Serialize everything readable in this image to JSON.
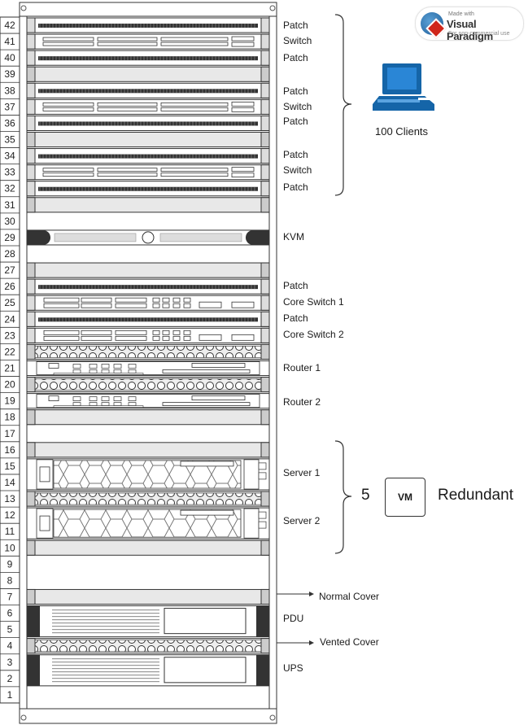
{
  "rack": {
    "units": [
      "42",
      "41",
      "40",
      "39",
      "38",
      "37",
      "36",
      "35",
      "34",
      "33",
      "32",
      "31",
      "30",
      "29",
      "28",
      "27",
      "26",
      "25",
      "24",
      "23",
      "22",
      "21",
      "20",
      "19",
      "18",
      "17",
      "16",
      "15",
      "14",
      "13",
      "12",
      "11",
      "10",
      "9",
      "8",
      "7",
      "6",
      "5",
      "4",
      "3",
      "2",
      "1"
    ]
  },
  "labels": {
    "patch_42": "Patch",
    "switch_41": "Switch",
    "patch_40": "Patch",
    "patch_38": "Patch",
    "switch_37": "Switch",
    "patch_36": "Patch",
    "patch_34": "Patch",
    "switch_33": "Switch",
    "patch_32": "Patch",
    "kvm": "KVM",
    "patch_26": "Patch",
    "core_switch_1": "Core Switch 1",
    "patch_24": "Patch",
    "core_switch_2": "Core Switch 2",
    "router_1": "Router 1",
    "router_2": "Router 2",
    "server_1": "Server 1",
    "server_2": "Server 2",
    "normal_cover": "Normal Cover",
    "pdu": "PDU",
    "vented_cover": "Vented Cover",
    "ups": "UPS"
  },
  "clients": {
    "label": "100 Clients",
    "icon": "computer-icon"
  },
  "vm": {
    "count": "5",
    "box_label": "VM",
    "caption": "Redundant"
  },
  "watermark": {
    "made_with": "Made with",
    "brand": "Visual Paradigm",
    "note": "For non-commercial use"
  }
}
